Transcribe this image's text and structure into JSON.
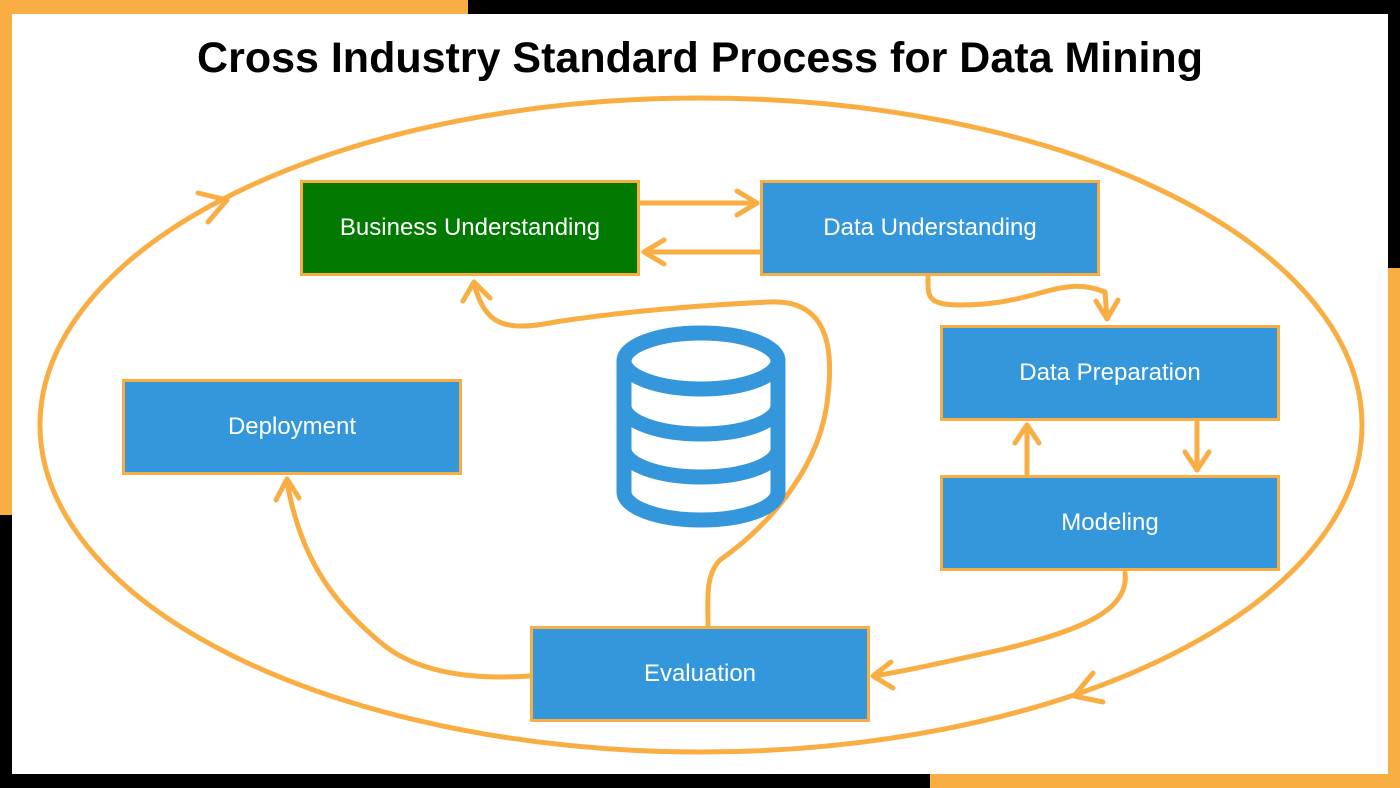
{
  "title": "Cross Industry Standard Process for Data Mining",
  "colors": {
    "accent": "#F9AE43",
    "frame": "#000000",
    "canvas": "#FFFFFF",
    "phase_box": "#3597DB",
    "highlight_box": "#027A02",
    "database_icon": "#3597DB"
  },
  "phases": {
    "business_understanding": "Business Understanding",
    "data_understanding": "Data Understanding",
    "data_preparation": "Data Preparation",
    "modeling": "Modeling",
    "evaluation": "Evaluation",
    "deployment": "Deployment"
  },
  "center_icon": "database-icon"
}
